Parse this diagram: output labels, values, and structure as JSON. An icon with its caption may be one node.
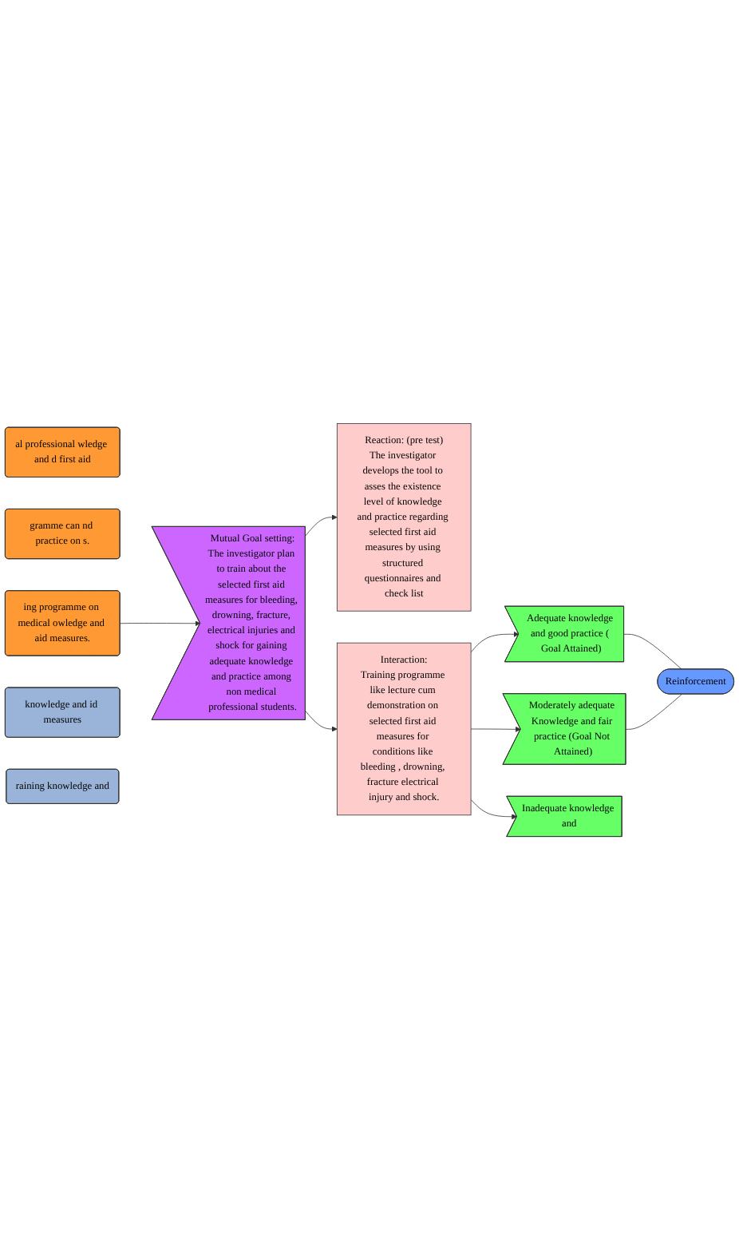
{
  "diagram": {
    "nodes": [
      {
        "text": [
          "Reinforcement"
        ]
      },
      {
        "text": [
          "al professional wledge and d first aid"
        ]
      },
      {
        "text": [
          "gramme can nd practice on s."
        ]
      },
      {
        "text": [
          "ing programme on medical owledge and aid measures."
        ]
      },
      {
        "text": [
          "Mutual Goal setting:",
          "The investigator plan to train about the selected first aid measures for bleeding, drowning, fracture, electrical injuries and shock for gaining adequate knowledge and practice among non medical professional students."
        ]
      },
      {
        "text": [
          "Reaction: (pre test)",
          "The investigator develops the tool to asses the existence level of knowledge and practice regarding selected first aid measures by using structured questionnaires and check list"
        ]
      },
      {
        "text": [
          "Interaction:",
          "Training programme like lecture cum demonstration on selected first aid measures for conditions like bleeding , drowning, fracture electrical injury and shock."
        ]
      },
      {
        "text": [
          "Adequate knowledge and good practice ( Goal Attained)"
        ]
      },
      {
        "text": [
          "Moderately adequate Knowledge and fair practice (Goal Not Attained)"
        ]
      },
      {
        "text": [
          "Inadequate knowledge and"
        ]
      },
      {
        "text": [
          "knowledge and id measures"
        ]
      },
      {
        "text": [
          "raining knowledge and"
        ]
      }
    ],
    "edges": [
      {
        "from": 3,
        "to": 4,
        "arrow": "to"
      },
      {
        "from": 4,
        "to": 5,
        "arrow": "to"
      },
      {
        "from": 4,
        "to": 6,
        "arrow": "to"
      },
      {
        "from": 6,
        "to": 7,
        "arrow": "to"
      },
      {
        "from": 6,
        "to": 8,
        "arrow": "to"
      },
      {
        "from": 6,
        "to": 9,
        "arrow": "to"
      },
      {
        "from": 7,
        "to": 0,
        "arrow": "none"
      },
      {
        "from": 8,
        "to": 0,
        "arrow": "none"
      }
    ]
  }
}
